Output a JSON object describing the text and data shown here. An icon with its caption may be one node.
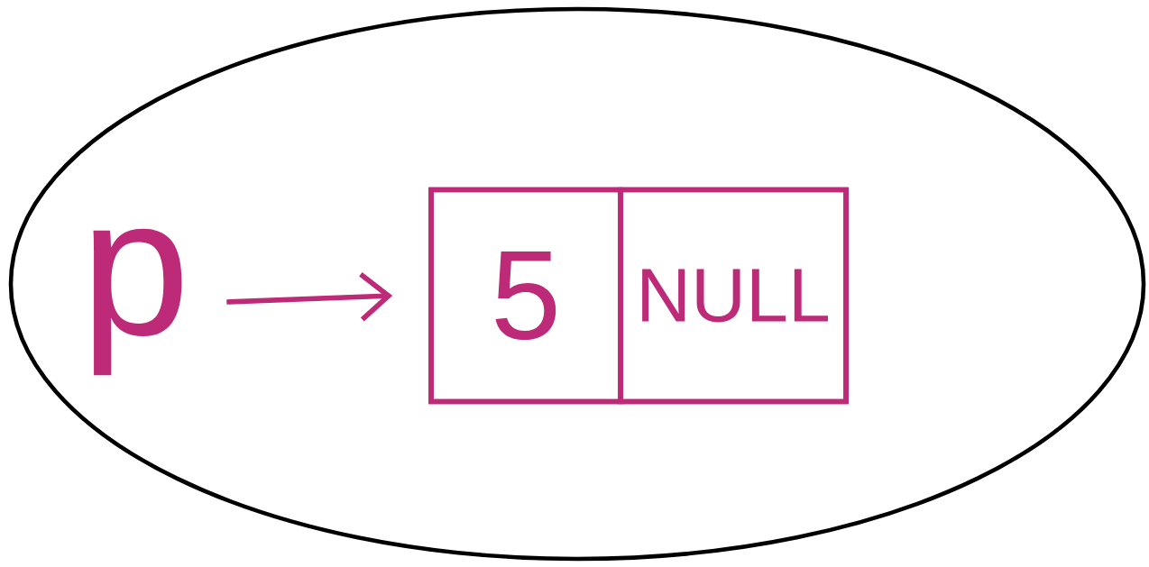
{
  "diagram": {
    "nodes": [
      {
        "text": [],
        "shape": "ellipse"
      },
      {
        "text": [
          "p"
        ],
        "in": 0
      },
      {
        "text": [],
        "shape": "box",
        "in": 0
      },
      {
        "text": [
          "5"
        ],
        "in": 2
      },
      {
        "text": [
          "NULL"
        ],
        "in": 2
      }
    ],
    "edges": [
      {
        "from": 1,
        "to": 2,
        "arrow": "to"
      }
    ]
  }
}
